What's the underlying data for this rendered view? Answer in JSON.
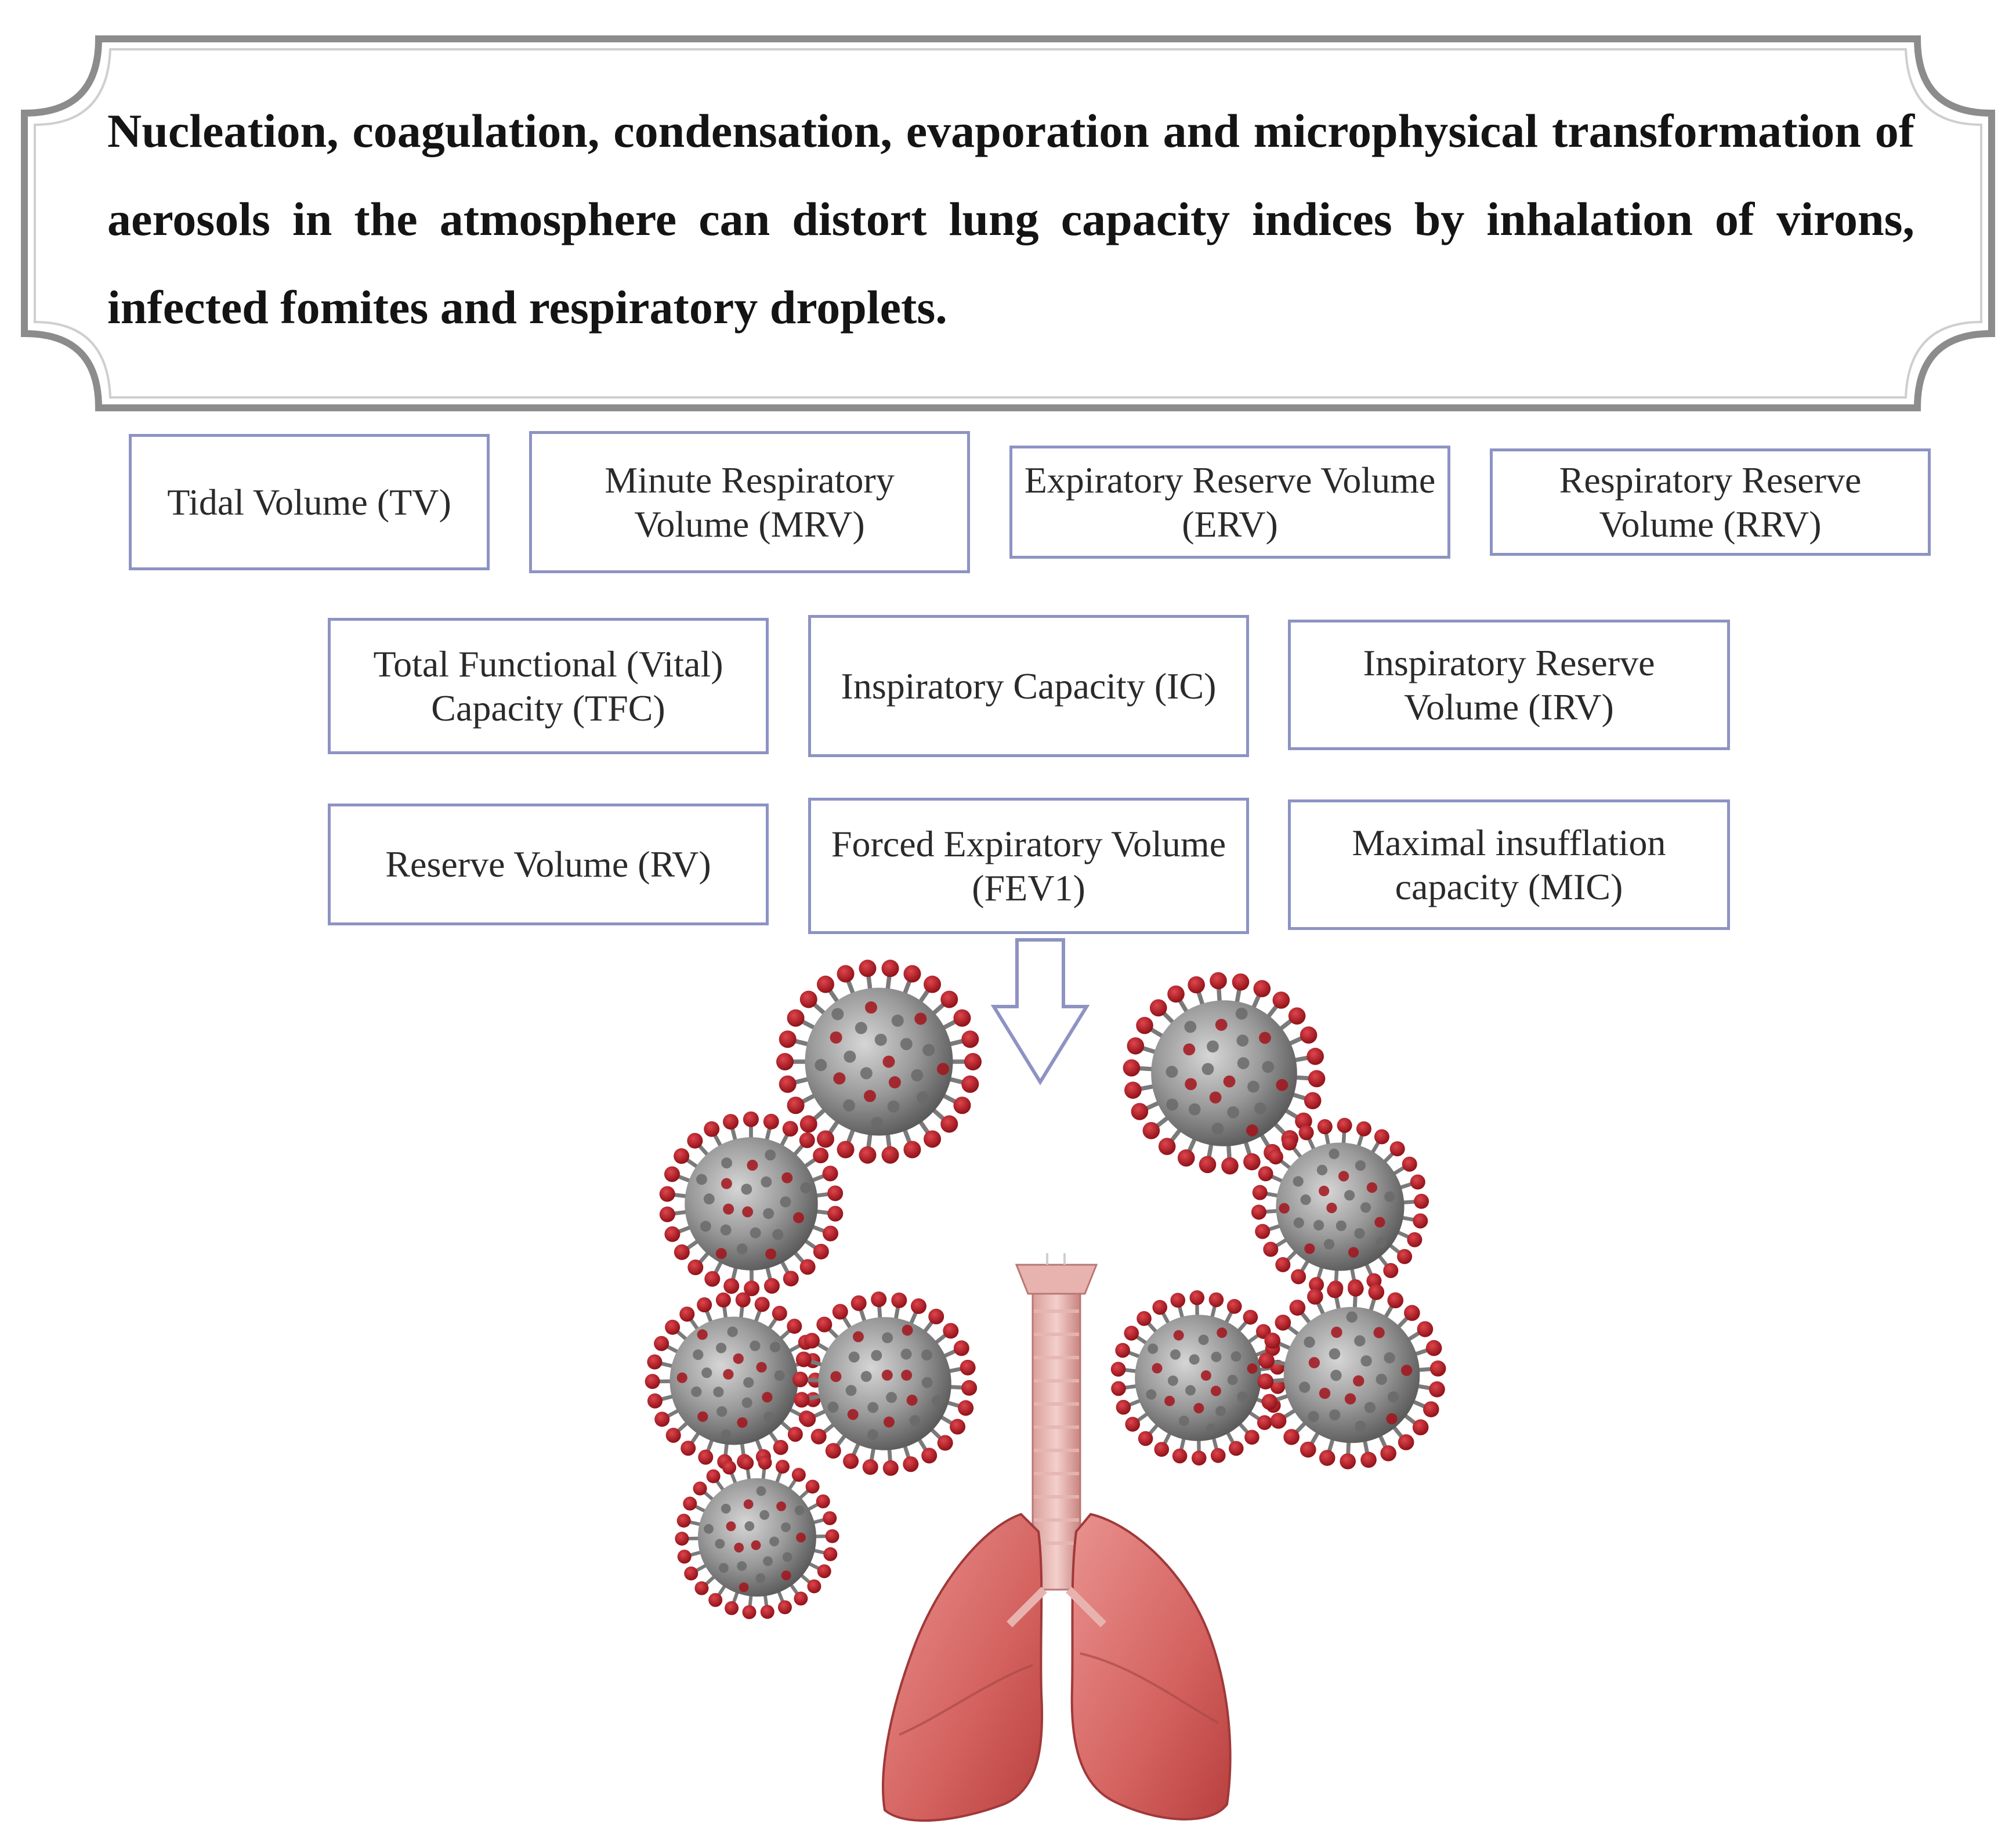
{
  "banner": {
    "text": "Nucleation, coagulation, condensation, evaporation and microphysical transformation of aerosols in the atmosphere can distort lung capacity indices by inhalation of virons, infected fomites and respiratory droplets."
  },
  "indices": {
    "row1": [
      {
        "label": "Tidal Volume (TV)"
      },
      {
        "label": "Minute Respiratory Volume (MRV)"
      },
      {
        "label": "Expiratory Reserve Volume (ERV)"
      },
      {
        "label": "Respiratory Reserve Volume (RRV)"
      }
    ],
    "row2": [
      {
        "label": "Total Functional (Vital) Capacity (TFC)"
      },
      {
        "label": "Inspiratory Capacity (IC)"
      },
      {
        "label": "Inspiratory Reserve Volume (IRV)"
      }
    ],
    "row3": [
      {
        "label": "Reserve Volume (RV)"
      },
      {
        "label": "Forced Expiratory Volume (FEV1)"
      },
      {
        "label": "Maximal insufflation capacity (MIC)"
      }
    ]
  },
  "illustration": {
    "arrow_icon": "down-arrow-icon",
    "virus_icon": "coronavirus-icon",
    "lungs_icon": "lungs-trachea-icon"
  },
  "colors": {
    "box_border": "#8d93c2",
    "banner_frame": "#8c8c8c",
    "virus_spike": "#a3141c",
    "lung": "#d9716f"
  }
}
